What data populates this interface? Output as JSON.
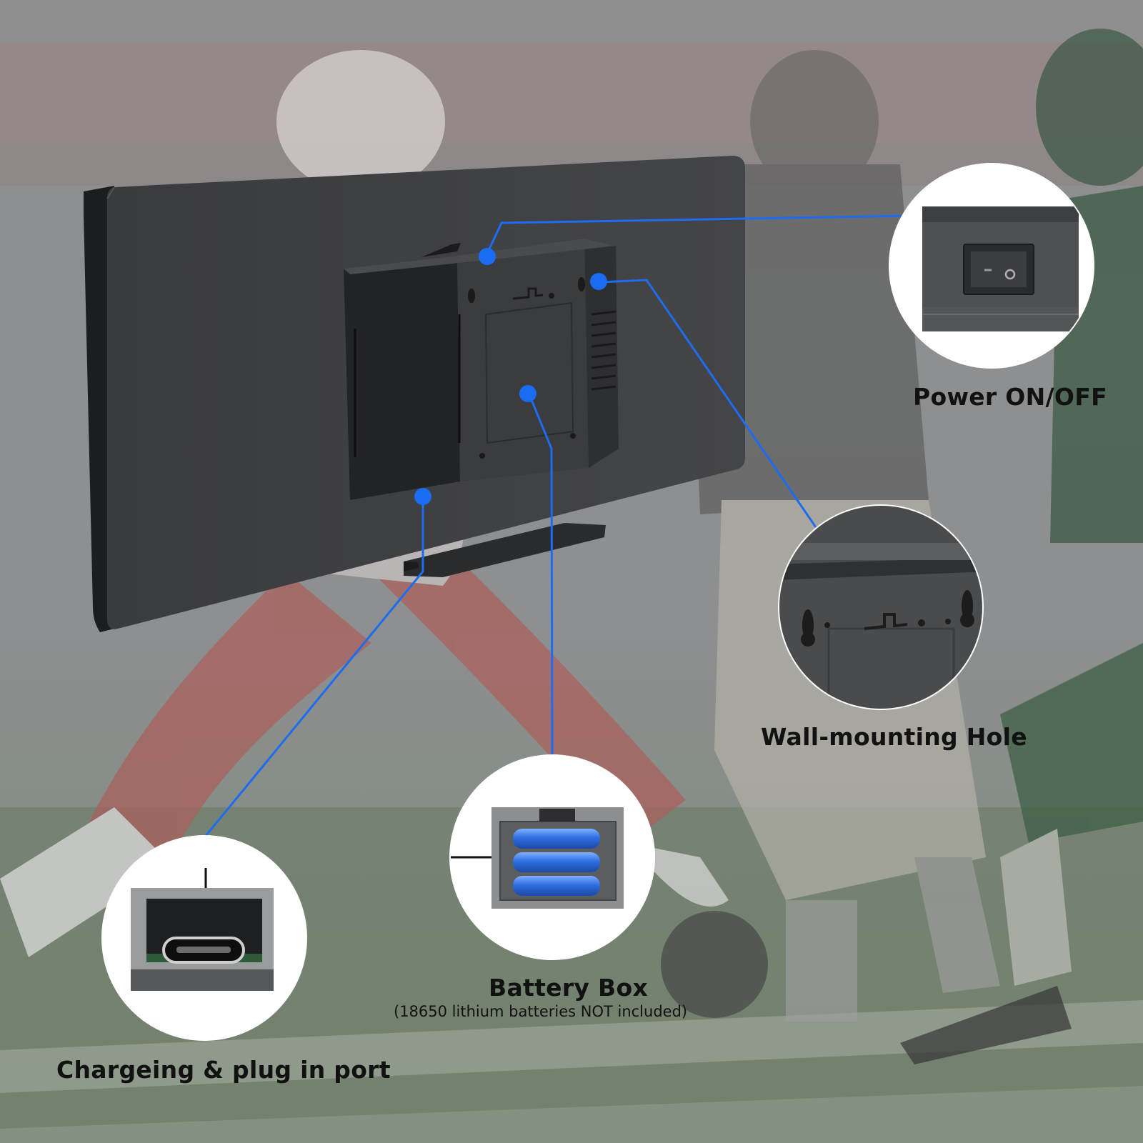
{
  "callouts": {
    "power": {
      "label": "Power ON/OFF"
    },
    "wall_mount": {
      "label": "Wall-mounting Hole"
    },
    "battery": {
      "label": "Battery Box",
      "note": "(18650 lithium batteries NOT included)"
    },
    "charging": {
      "label": "Chargeing & plug in port"
    }
  },
  "colors": {
    "callout_line": "#1e6cf0",
    "callout_dot": "#1a6cf2",
    "device_body": "#3a3b3e",
    "battery_cell": "#2f6fe0",
    "label_text": "#111111",
    "background_overlay": "#8a8d90",
    "field_green": "#5d6e5a"
  },
  "background": {
    "scene": "american-football-players-on-field",
    "team_left_jersey": "#b84a4a",
    "team_right_jersey": "#2f5a3e"
  }
}
